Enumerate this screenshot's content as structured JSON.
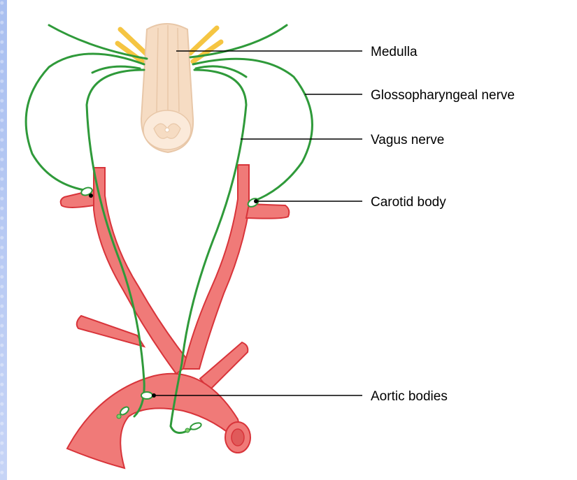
{
  "labels": {
    "medulla": "Medulla",
    "glossopharyngeal": "Glossopharyngeal nerve",
    "vagus": "Vagus nerve",
    "carotid": "Carotid body",
    "aortic": "Aortic bodies"
  },
  "colors": {
    "background": "#b8c8f0",
    "panel": "#ffffff",
    "artery_fill": "#f07a78",
    "artery_stroke": "#d8343a",
    "nerve": "#2f9a3a",
    "medulla_fill": "#f6dcc3",
    "nerve_root": "#f5c542",
    "leader_line": "#000000"
  },
  "icons": {
    "medulla": "spinal-cord-shape",
    "chemoreceptor": "small-oval-body"
  }
}
